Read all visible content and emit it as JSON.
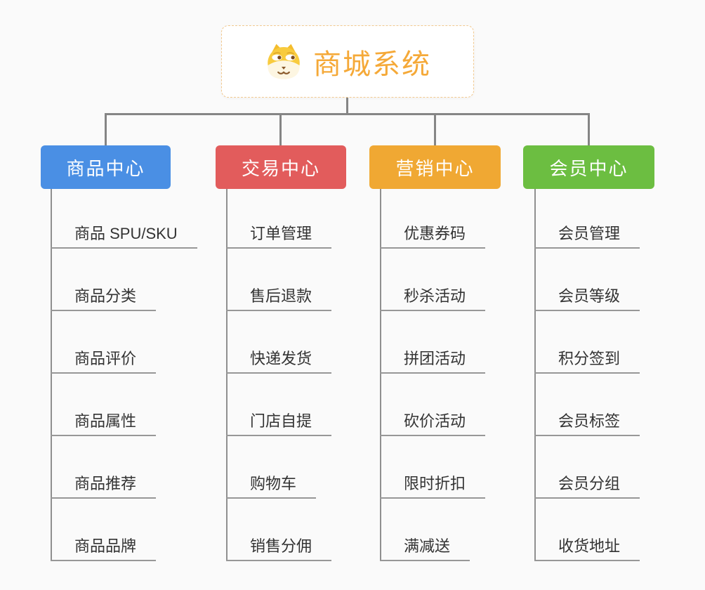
{
  "root": {
    "label": "商城系统",
    "icon": "shiba-dog-face",
    "text_color": "#F5A938",
    "border_color": "#F2C98F"
  },
  "connector_color": "#858585",
  "background_color": "#FAFAFA",
  "leaf_text_color": "#333333",
  "leaf_line_color": "#979797",
  "branches": [
    {
      "label": "商品中心",
      "color": "#4A8FE4",
      "items": [
        "商品 SPU/SKU",
        "商品分类",
        "商品评价",
        "商品属性",
        "商品推荐",
        "商品品牌"
      ]
    },
    {
      "label": "交易中心",
      "color": "#E25C5C",
      "items": [
        "订单管理",
        "售后退款",
        "快递发货",
        "门店自提",
        "购物车",
        "销售分佣"
      ]
    },
    {
      "label": "营销中心",
      "color": "#F0A833",
      "items": [
        "优惠券码",
        "秒杀活动",
        "拼团活动",
        "砍价活动",
        "限时折扣",
        "满减送"
      ]
    },
    {
      "label": "会员中心",
      "color": "#6CBE41",
      "items": [
        "会员管理",
        "会员等级",
        "积分签到",
        "会员标签",
        "会员分组",
        "收货地址"
      ]
    }
  ]
}
